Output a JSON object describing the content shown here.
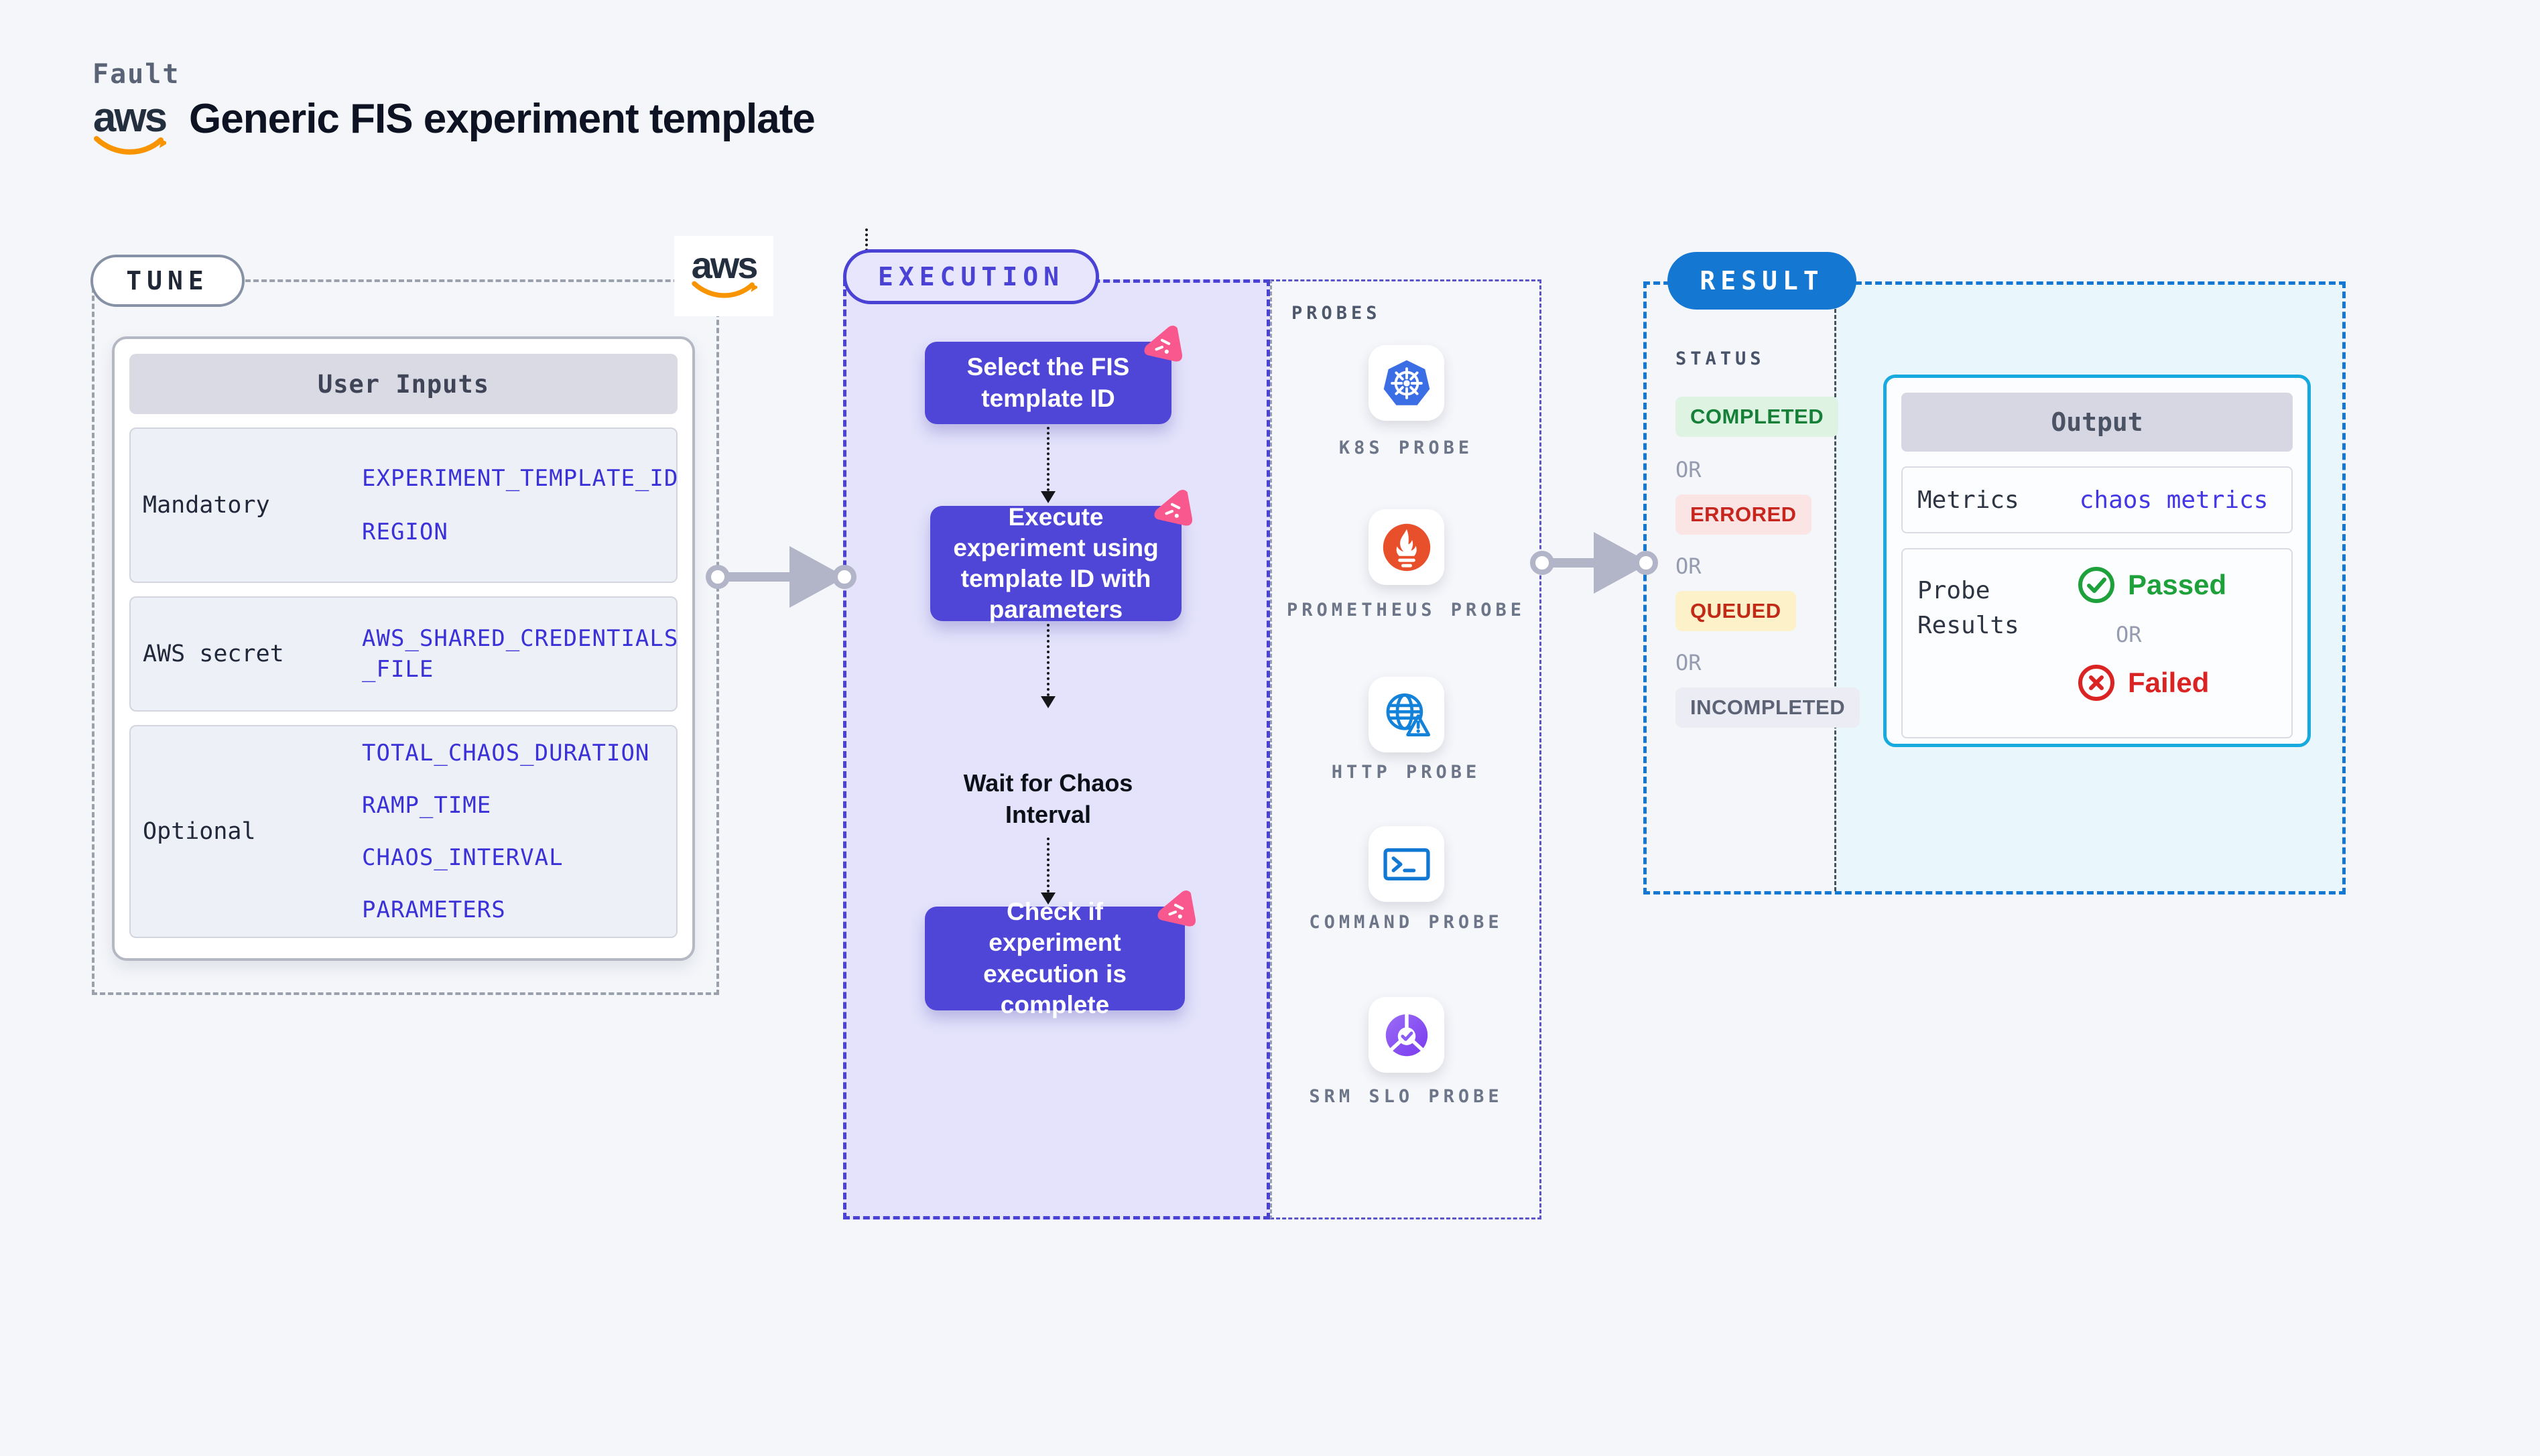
{
  "header": {
    "brand": "Fault",
    "title": "Generic FIS experiment template",
    "aws_word": "aws"
  },
  "tune": {
    "label": "TUNE",
    "table": {
      "header": "User Inputs",
      "rows": [
        {
          "label": "Mandatory",
          "values": [
            "EXPERIMENT_TEMPLATE_ID",
            "REGION"
          ]
        },
        {
          "label": "AWS secret",
          "values": [
            "AWS_SHARED_CREDENTIALS",
            "_FILE"
          ]
        },
        {
          "label": "Optional",
          "values": [
            "TOTAL_CHAOS_DURATION",
            "RAMP_TIME",
            "CHAOS_INTERVAL",
            "PARAMETERS"
          ]
        }
      ]
    }
  },
  "execution": {
    "label": "EXECUTION",
    "steps": [
      {
        "text": "Select the FIS template ID"
      },
      {
        "text": "Execute experiment using template ID with parameters"
      },
      {
        "text": "Wait for Chaos Interval"
      },
      {
        "text": "Check if experiment execution is complete"
      }
    ]
  },
  "probes": {
    "label": "PROBES",
    "items": [
      {
        "name": "K8S PROBE",
        "icon": "kubernetes-icon"
      },
      {
        "name": "PROMETHEUS PROBE",
        "icon": "prometheus-icon"
      },
      {
        "name": "HTTP PROBE",
        "icon": "http-globe-warning-icon"
      },
      {
        "name": "COMMAND PROBE",
        "icon": "terminal-icon"
      },
      {
        "name": "SRM SLO PROBE",
        "icon": "slo-donut-check-icon"
      }
    ]
  },
  "result": {
    "label": "RESULT",
    "status_label": "STATUS",
    "or": "OR",
    "statuses": [
      {
        "text": "COMPLETED",
        "type": "success"
      },
      {
        "text": "ERRORED",
        "type": "error"
      },
      {
        "text": "QUEUED",
        "type": "queued"
      },
      {
        "text": "INCOMPLETED",
        "type": "incomplete"
      }
    ],
    "output": {
      "header": "Output",
      "metrics_label": "Metrics",
      "metrics_value": "chaos metrics",
      "probe_results_label": "Probe Results",
      "passed": "Passed",
      "failed": "Failed"
    }
  },
  "colors": {
    "page_bg": "#f4f6fa",
    "accent_indigo": "#4f46d8",
    "accent_pink": "#f8588d",
    "execution_panel": "#e4e3fb",
    "result_blue": "#1478d2",
    "output_border_cyan": "#17aade",
    "result_panel_cyan": "#e9f6fc",
    "value_blue": "#3a31d8",
    "success_green": "#168039",
    "error_red": "#c6261d",
    "queued_bg": "#fdf1c9",
    "incomplete_grey": "#5b6375",
    "k8s_blue": "#3b6de4",
    "prometheus_orange": "#e8502b",
    "http_blue": "#1482d8",
    "command_blue": "#1377d4",
    "srm_purple": "#8b5cf6",
    "aws_orange": "#f79400",
    "arrow_grey": "#b2b4c8"
  }
}
